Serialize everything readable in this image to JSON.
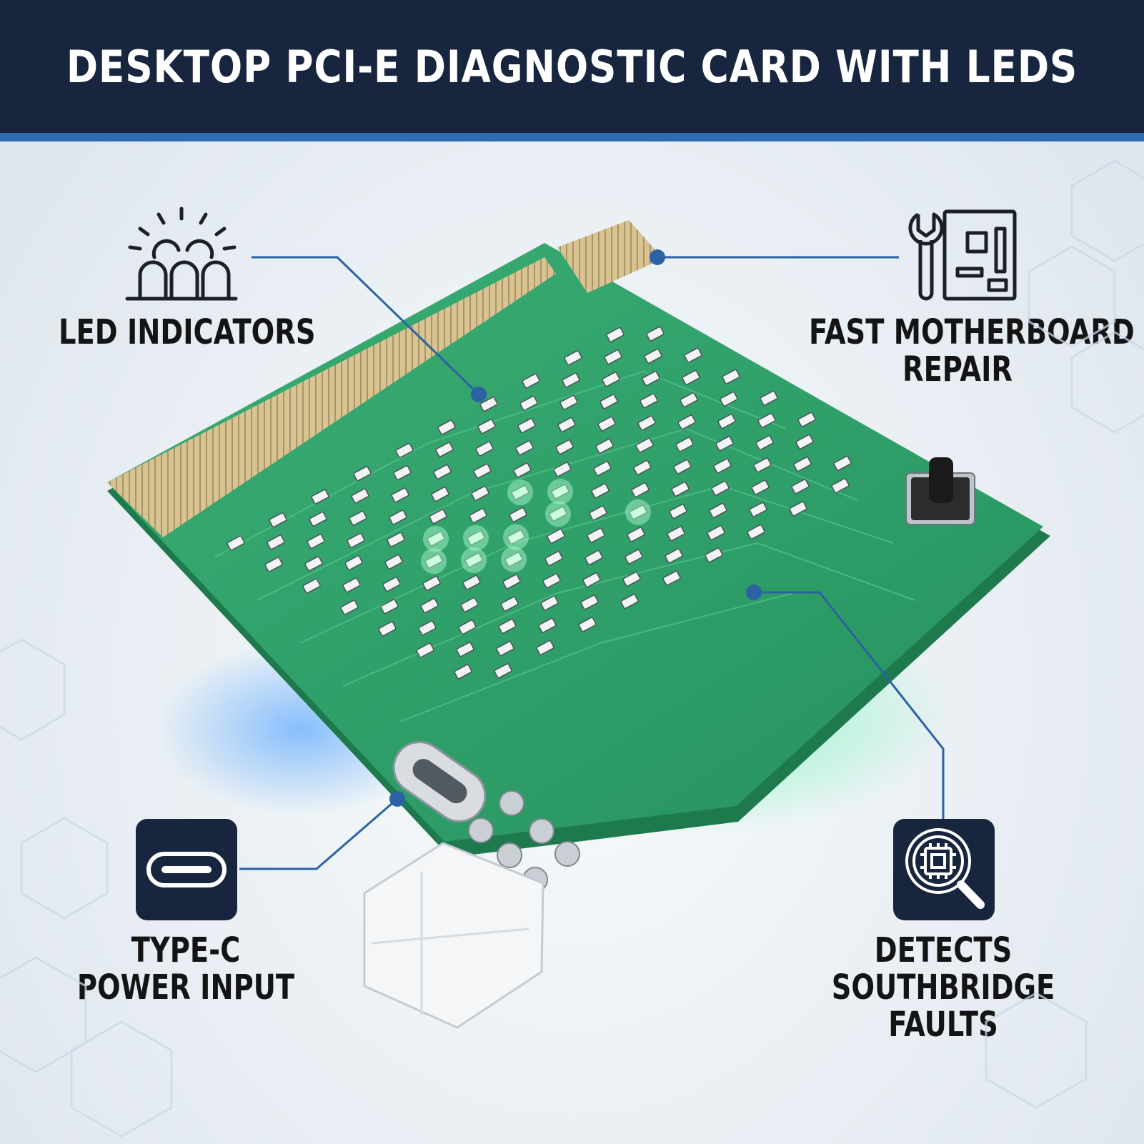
{
  "banner": {
    "title": "DESKTOP PCI-E DIAGNOSTIC CARD WITH LEDS"
  },
  "callouts": {
    "led": {
      "line1": "LED INDICATORS",
      "icon": "led-array-icon"
    },
    "fast": {
      "line1": "FAST MOTHERBOARD",
      "line2": "REPAIR",
      "icon": "wrench-motherboard-icon"
    },
    "typec": {
      "line1": "TYPE-C",
      "line2": "POWER INPUT",
      "icon": "usb-c-port-icon"
    },
    "detect": {
      "line1": "DETECTS",
      "line2": "SOUTHBRIDGE",
      "line3": "FAULTS",
      "icon": "chip-magnifier-icon"
    }
  },
  "colors": {
    "banner": "#17263e",
    "accent": "#2d6db3",
    "pcb": "#2fa36b",
    "led": "#b6ffd2"
  }
}
